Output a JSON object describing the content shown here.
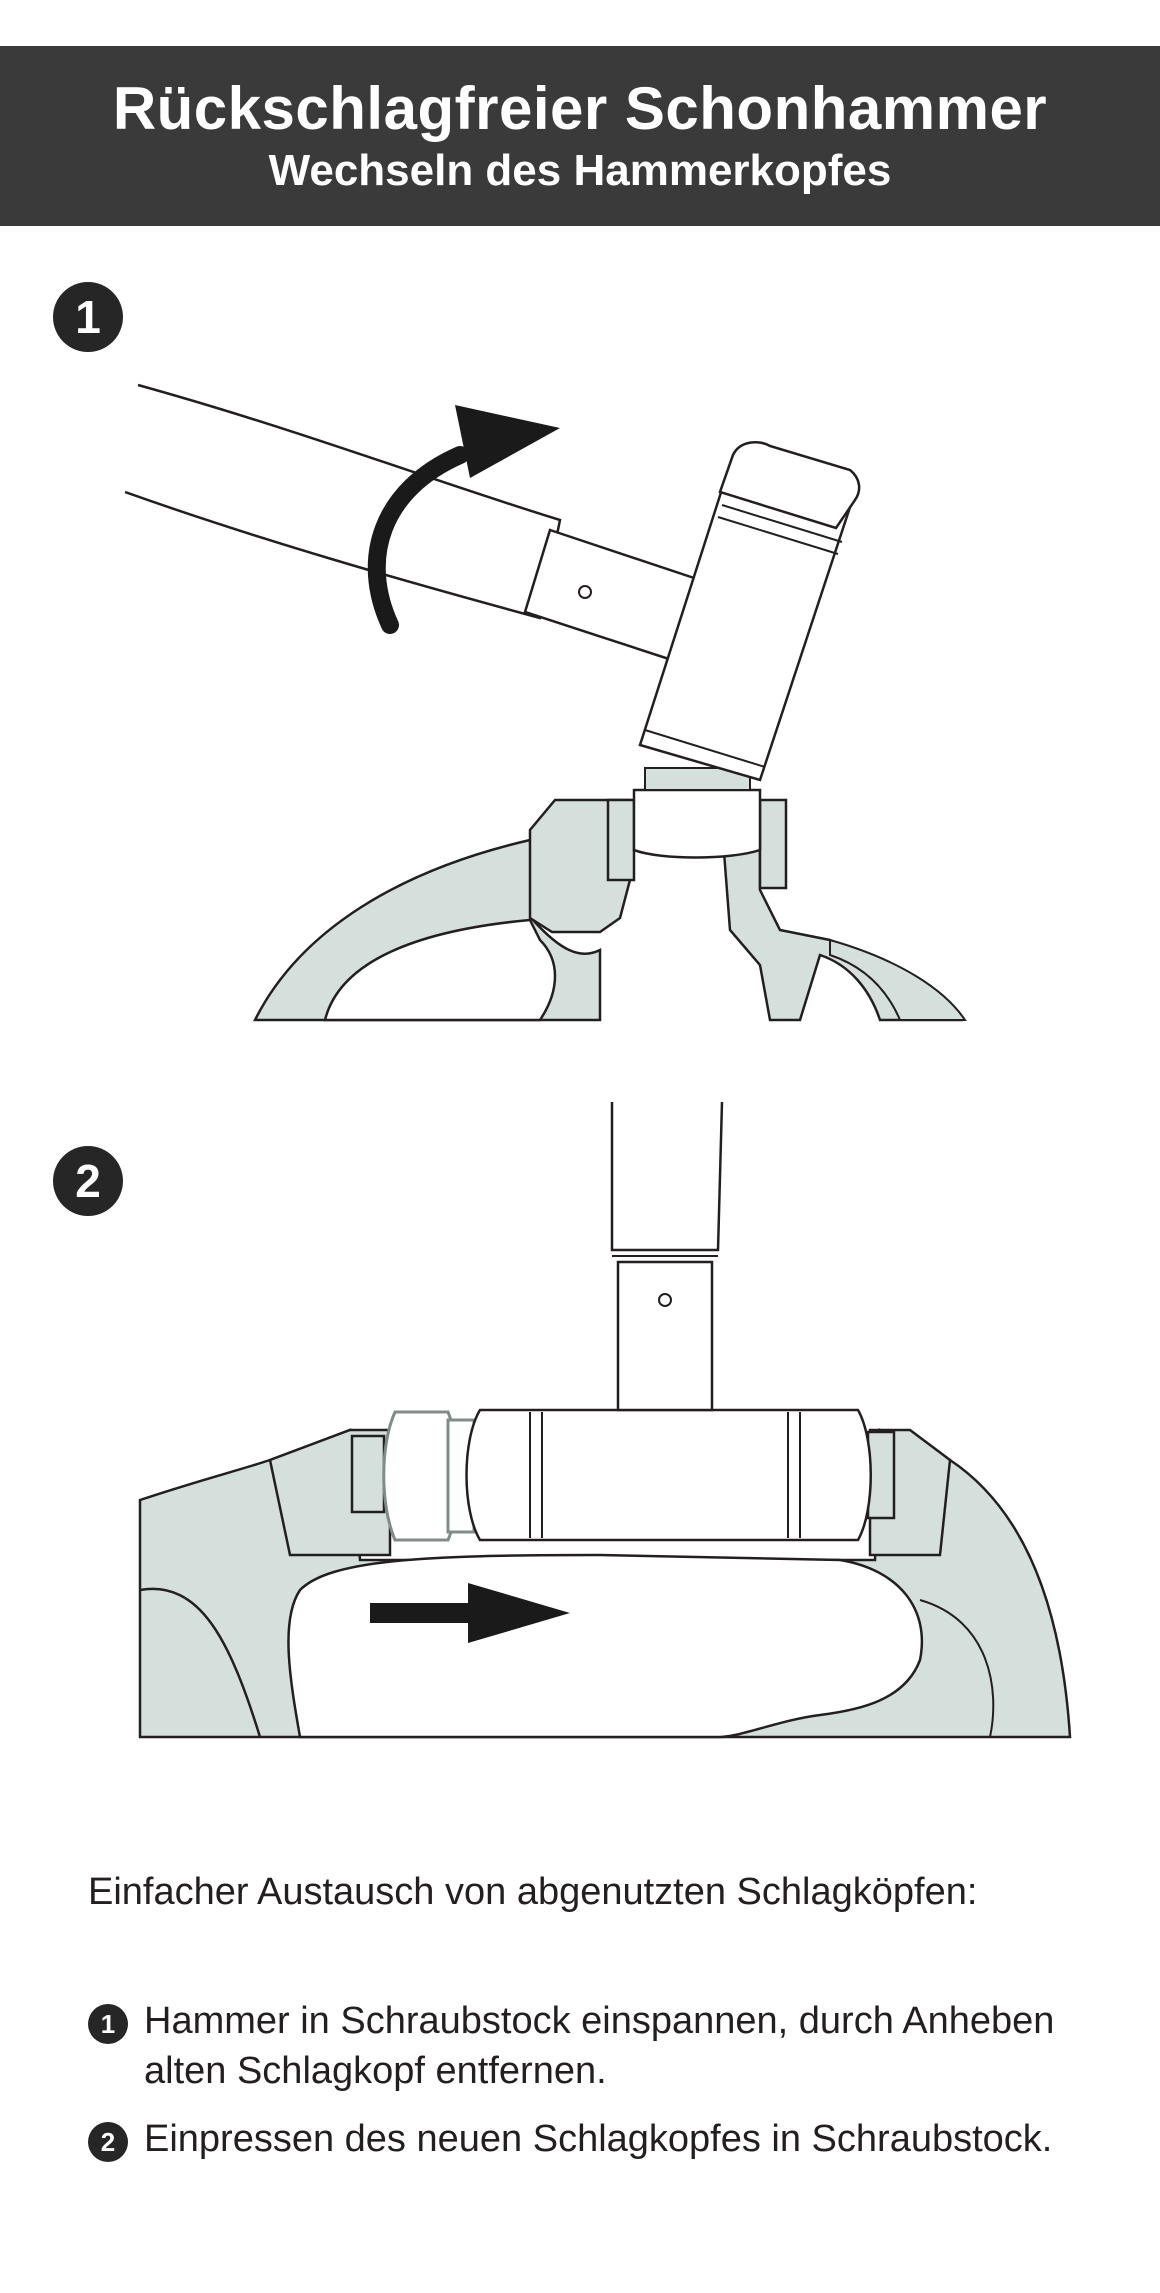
{
  "header": {
    "title": "Rückschlagfreier Schonhammer",
    "subtitle": "Wechseln des Hammerkopfes"
  },
  "steps": {
    "badge1": "1",
    "badge2": "2"
  },
  "colors": {
    "header_bg": "#3a3a3a",
    "vise_fill": "#d5e0dc",
    "outline": "#231f20",
    "badge_bg": "#262626"
  },
  "instructions": {
    "intro": "Einfacher Austausch von abgenutzten Schlagköpfen:",
    "items": [
      {
        "num": "1",
        "text": "Hammer in Schraubstock einspannen, durch Anheben alten Schlagkopf entfernen."
      },
      {
        "num": "2",
        "text": "Einpressen des neuen Schlagkopfes in Schraubstock."
      }
    ]
  }
}
